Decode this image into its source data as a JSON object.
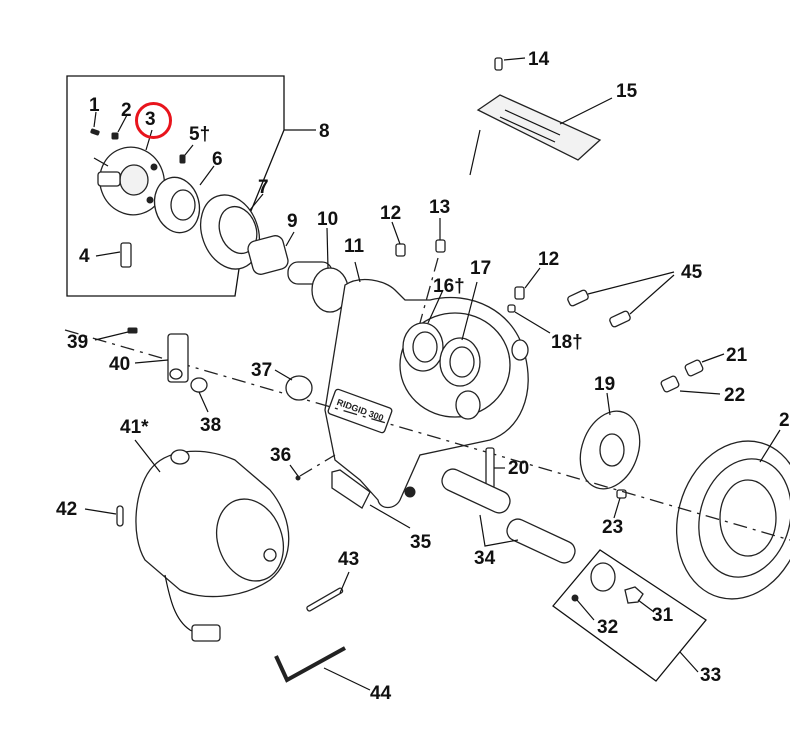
{
  "diagram": {
    "title": "Exploded parts view",
    "nameplate_text": "RIDGID 300",
    "highlight_color": "#e8141c",
    "highlighted_part": "3",
    "callouts": [
      {
        "id": "c1",
        "label": "1"
      },
      {
        "id": "c2",
        "label": "2"
      },
      {
        "id": "c3",
        "label": "3"
      },
      {
        "id": "c4",
        "label": "4"
      },
      {
        "id": "c5",
        "label": "5†"
      },
      {
        "id": "c6",
        "label": "6"
      },
      {
        "id": "c7",
        "label": "7"
      },
      {
        "id": "c8",
        "label": "8"
      },
      {
        "id": "c9",
        "label": "9"
      },
      {
        "id": "c10",
        "label": "10"
      },
      {
        "id": "c11",
        "label": "11"
      },
      {
        "id": "c12a",
        "label": "12"
      },
      {
        "id": "c13",
        "label": "13"
      },
      {
        "id": "c14",
        "label": "14"
      },
      {
        "id": "c15",
        "label": "15"
      },
      {
        "id": "c16",
        "label": "16†"
      },
      {
        "id": "c17",
        "label": "17"
      },
      {
        "id": "c12b",
        "label": "12"
      },
      {
        "id": "c18",
        "label": "18†"
      },
      {
        "id": "c45",
        "label": "45"
      },
      {
        "id": "c21",
        "label": "21"
      },
      {
        "id": "c22",
        "label": "22"
      },
      {
        "id": "c19",
        "label": "19"
      },
      {
        "id": "c2r",
        "label": "2"
      },
      {
        "id": "c20",
        "label": "20"
      },
      {
        "id": "c23",
        "label": "23"
      },
      {
        "id": "c39",
        "label": "39"
      },
      {
        "id": "c40",
        "label": "40"
      },
      {
        "id": "c37",
        "label": "37"
      },
      {
        "id": "c38",
        "label": "38"
      },
      {
        "id": "c41",
        "label": "41*"
      },
      {
        "id": "c36",
        "label": "36"
      },
      {
        "id": "c42",
        "label": "42"
      },
      {
        "id": "c35",
        "label": "35"
      },
      {
        "id": "c34",
        "label": "34"
      },
      {
        "id": "c43",
        "label": "43"
      },
      {
        "id": "c44",
        "label": "44"
      },
      {
        "id": "c32",
        "label": "32"
      },
      {
        "id": "c31",
        "label": "31"
      },
      {
        "id": "c33",
        "label": "33"
      }
    ]
  }
}
